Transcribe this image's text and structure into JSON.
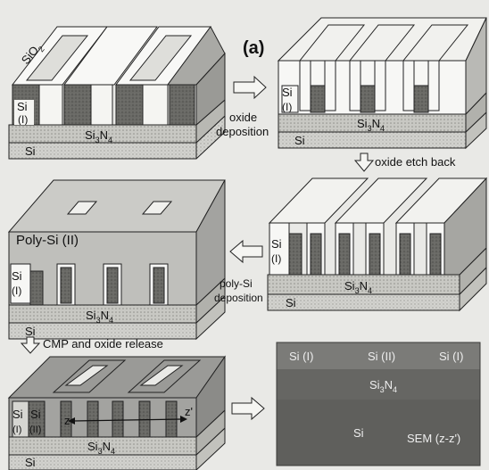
{
  "panel_label": "(a)",
  "materials": {
    "sio2": "SiO",
    "sio2_sub": "2",
    "si": "Si",
    "si_i_line1": "Si",
    "si_i_line2": "(I)",
    "si3n4_a": "Si",
    "si3n4_sub": "3",
    "si3n4_b": "N",
    "si3n4_sub2": "4",
    "poly_si_ii": "Poly-Si (II)",
    "si_ii_line2": "(II)",
    "z": "z",
    "z_prime": "z'"
  },
  "process_steps": {
    "oxide_deposition_1": "oxide",
    "oxide_deposition_2": "deposition",
    "oxide_etch_back": "oxide etch back",
    "poly_si_deposition_1": "poly-Si",
    "poly_si_deposition_2": "deposition",
    "cmp_oxide_release": "CMP and oxide release"
  },
  "sem": {
    "si_i_left": "Si (I)",
    "si_ii": "Si (II)",
    "si_i_right": "Si (I)",
    "si3n4_a": "Si",
    "si3n4_sub": "3",
    "si3n4_b": "N",
    "si3n4_sub2": "4",
    "si": "Si",
    "caption": "SEM (z-z')"
  },
  "colors": {
    "background": "#e9e9e6",
    "si_layer": "#d8d8d4",
    "nitride_layer": "#c4c4c0",
    "oxide": "#f7f7f5",
    "si_dark": "#5f5f5c",
    "poly_si": "#bdbdb9",
    "sem_bg": "#6d6d6a"
  }
}
